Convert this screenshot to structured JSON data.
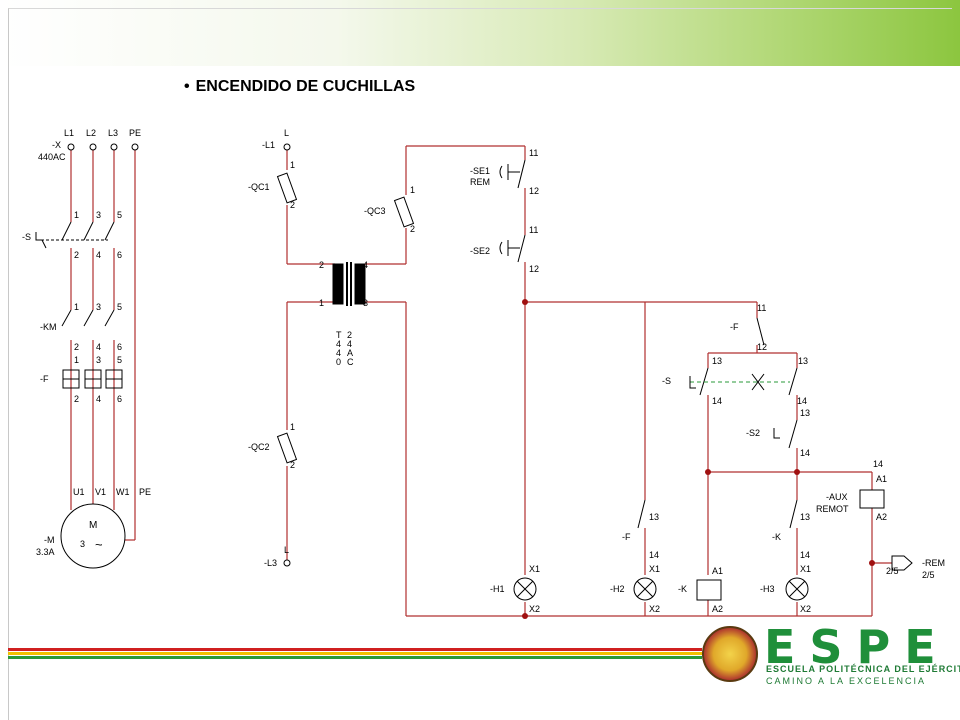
{
  "title": "ENCENDIDO DE CUCHILLAS",
  "bullet": "•",
  "power_labels": {
    "supply": [
      "L1",
      "L2",
      "L3",
      "PE"
    ],
    "x_tag": "-X",
    "voltage": "440AC",
    "s_tag": "-S",
    "km_tag": "-KM",
    "f_tag": "-F",
    "top_terms": [
      "1",
      "3",
      "5"
    ],
    "bottom_terms": [
      "2",
      "4",
      "6"
    ],
    "motor_terms": [
      "U1",
      "V1",
      "W1",
      "PE"
    ],
    "motor_tag": "-M",
    "motor_current": "3.3A",
    "motor_letter": "M",
    "motor_phase": "3",
    "motor_symbol": "~"
  },
  "control_labels": {
    "l": "L",
    "l1": "-L1",
    "l3": "-L3",
    "qc1": "-QC1",
    "qc2": "-QC2",
    "qc3": "-QC3",
    "t_col1": [
      "T",
      "4",
      "4",
      "0"
    ],
    "t_col2": [
      "2",
      "4",
      "A",
      "C"
    ],
    "se1": "-SE1",
    "rem": "REM",
    "se2": "-SE2",
    "f": "-F",
    "s": "-S",
    "s2": "-S2",
    "aux": "-AUX",
    "remot": "REMOT",
    "k": "-K",
    "h1": "-H1",
    "h2": "-H2",
    "h3": "-H3",
    "rem_ref": "-REM",
    "rem_page": "2/5",
    "rem_page2": "2/5",
    "n1": "1",
    "n2": "2",
    "n3": "3",
    "n4": "4",
    "n11": "11",
    "n12": "12",
    "n13": "13",
    "n14": "14",
    "a1": "A1",
    "a2": "A2",
    "x1": "X1",
    "x2": "X2"
  },
  "logo": {
    "name": "ESPE",
    "line1": "ESCUELA POLITÉCNICA DEL EJÉRCITO",
    "line2": "CAMINO A LA EXCELENCIA"
  },
  "colors": {
    "wire": "#b03030",
    "banner": "#8cc63f",
    "logo_green": "#1f8f3a",
    "stripe_red": "#d02020",
    "stripe_yellow": "#f2c200",
    "stripe_green": "#2a9a3a"
  }
}
